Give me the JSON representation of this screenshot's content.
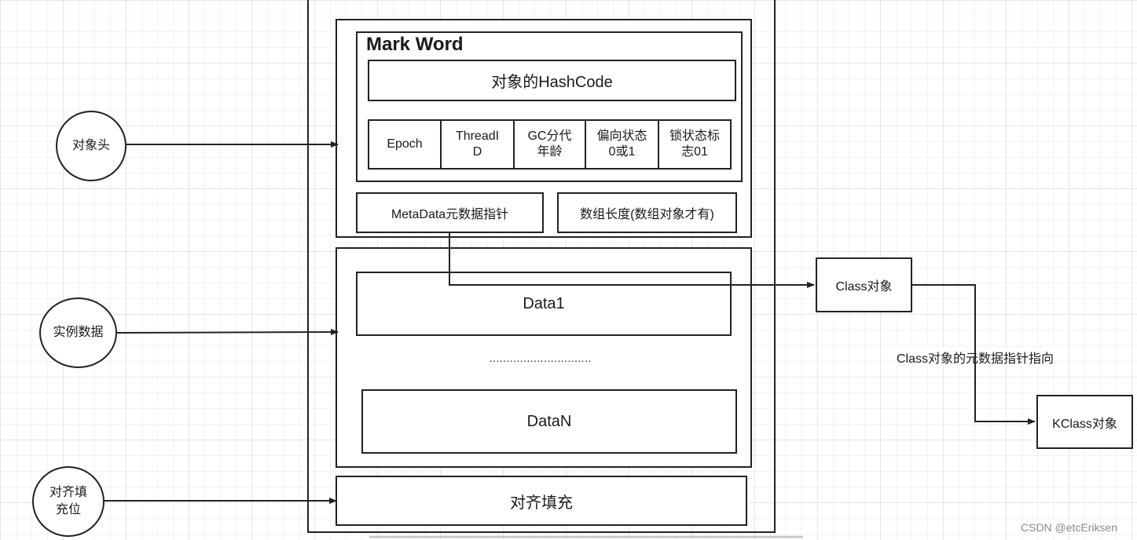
{
  "mark_word": {
    "title": "Mark Word",
    "hashcode": "对象的HashCode",
    "fields": [
      "Epoch",
      "ThreadI\nD",
      "GC分代\n年龄",
      "偏向状态\n0或1",
      "锁状态标\n志01"
    ]
  },
  "metadata_pointer": "MetaData元数据指针",
  "array_length": "数组长度(数组对象才有)",
  "data1": "Data1",
  "ellipsis": "…………………………",
  "dataN": "DataN",
  "padding_block": "对齐填充",
  "circles": {
    "header": "对象头",
    "instance_data": "实例数据",
    "padding": "对齐填\n充位"
  },
  "class_object": "Class对象",
  "edge_label": "Class对象的元数据指针指向",
  "kclass_object": "KClass对象",
  "watermark": "CSDN @etcEriksen"
}
